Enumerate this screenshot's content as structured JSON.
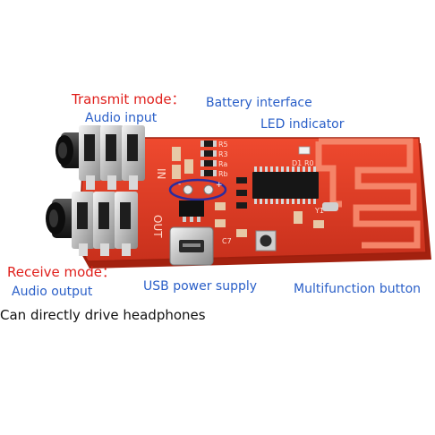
{
  "labels": {
    "transmit_mode": "Transmit mode：",
    "audio_input": "Audio input",
    "battery_interface": "Battery interface",
    "led_indicator": "LED indicator",
    "receive_mode": "Receive mode：",
    "audio_output": "Audio output",
    "usb_power_supply": "USB power supply",
    "multifunction_button": "Multifunction button",
    "headphones_note": "Can directly drive headphones"
  },
  "silkscreen": {
    "in": "IN",
    "out": "OUT",
    "resistor_1": "R5",
    "resistor_2": "R3",
    "resistor_3": "Ra",
    "resistor_4": "Rb",
    "diode": "D1",
    "resistor_5": "R0",
    "capacitor": "C7",
    "crystal": "Y1"
  },
  "colors": {
    "label_red": "#e0201c",
    "label_blue": "#2a5fc8",
    "board": "#e8361f",
    "board_dark": "#b82512",
    "trace": "#f36b52",
    "battery_ring": "#2b2c9e"
  }
}
